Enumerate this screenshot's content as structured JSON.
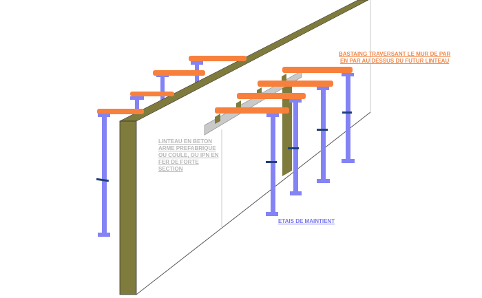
{
  "diagram": {
    "colors": {
      "wall_top": "#7f7b3c",
      "wall_face": "#ffffff",
      "wall_edge": "#444444",
      "bastaing": "#f7813c",
      "prop": "#8383f5",
      "prop_clamp": "#1f3f7a",
      "linteau": "#c9c9c9",
      "label_orange": "#f0884a",
      "label_grey": "#b8b8b8",
      "label_blue": "#7a78f0"
    },
    "labels": {
      "bastaing": [
        "BASTAING TRAVERSANT LE MUR DE PAR",
        "EN PAR AU DESSUS DU FUTUR LINTEAU"
      ],
      "linteau": [
        "LINTEAU EN BETON",
        "ARME PREFABRIQUE",
        "OU COULE, OU IPN EN",
        "FER DE FORTE",
        "SECTION"
      ],
      "etais": "ETAIS DE MAINTIENT"
    }
  }
}
